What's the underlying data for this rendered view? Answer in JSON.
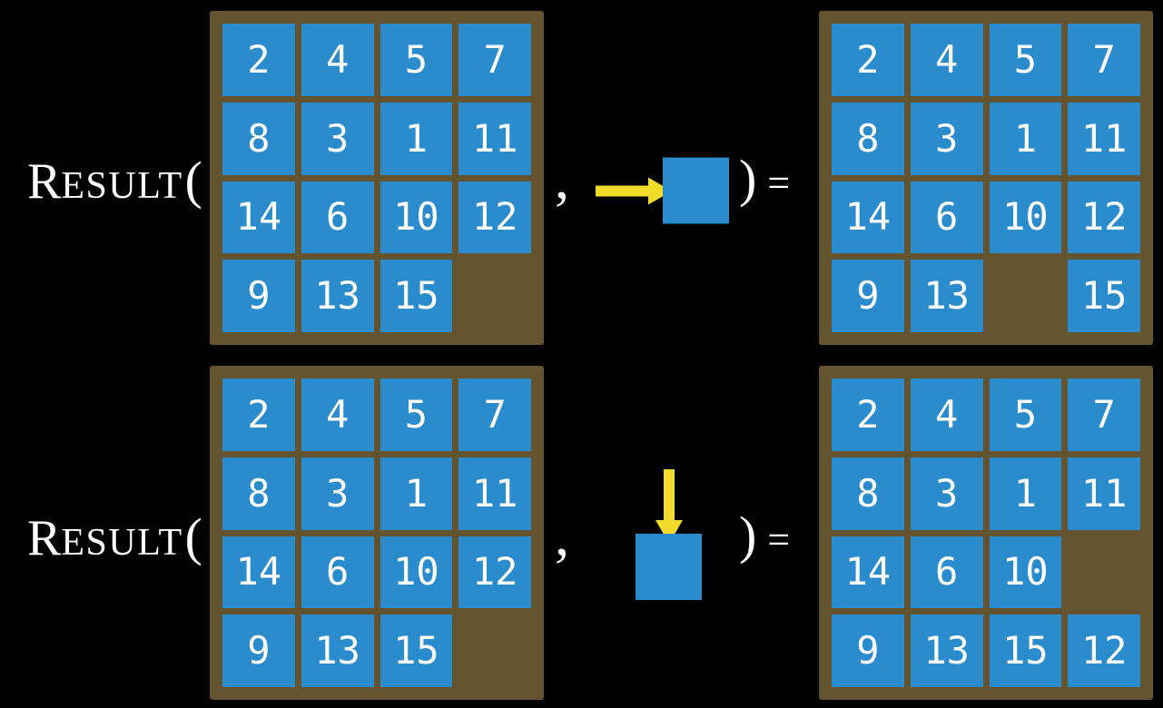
{
  "figure": {
    "function": {
      "initial": "R",
      "rest": "ESULT",
      "open_paren": "(",
      "comma": ",",
      "close_paren": ")",
      "equals": "="
    }
  },
  "colors": {
    "background": "#000000",
    "board_frame": "#63542f",
    "tile_blue": "#2a8bcd",
    "arrow_yellow": "#f2db2b",
    "text_white": "#ffffff"
  },
  "rows": [
    {
      "arrow_direction": "right",
      "arrow_icon": "right-arrow-icon",
      "input_grid": [
        [
          2,
          4,
          5,
          7
        ],
        [
          8,
          3,
          1,
          11
        ],
        [
          14,
          6,
          10,
          12
        ],
        [
          9,
          13,
          15,
          null
        ]
      ],
      "output_grid": [
        [
          2,
          4,
          5,
          7
        ],
        [
          8,
          3,
          1,
          11
        ],
        [
          14,
          6,
          10,
          12
        ],
        [
          9,
          13,
          null,
          15
        ]
      ]
    },
    {
      "arrow_direction": "down",
      "arrow_icon": "down-arrow-icon",
      "input_grid": [
        [
          2,
          4,
          5,
          7
        ],
        [
          8,
          3,
          1,
          11
        ],
        [
          14,
          6,
          10,
          12
        ],
        [
          9,
          13,
          15,
          null
        ]
      ],
      "output_grid": [
        [
          2,
          4,
          5,
          7
        ],
        [
          8,
          3,
          1,
          11
        ],
        [
          14,
          6,
          10,
          null
        ],
        [
          9,
          13,
          15,
          12
        ]
      ]
    }
  ]
}
